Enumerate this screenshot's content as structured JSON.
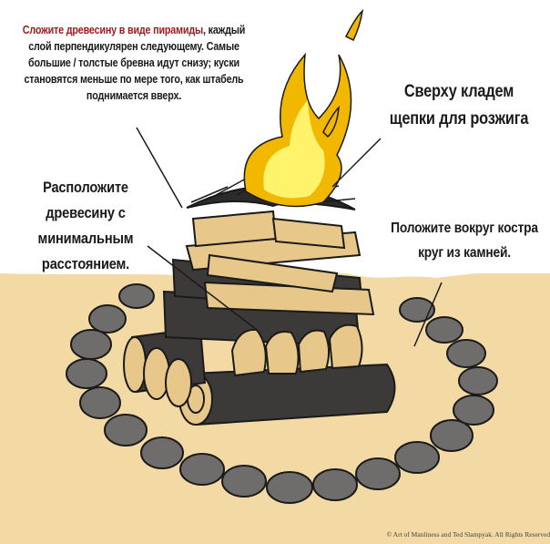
{
  "captions": {
    "pyramid_highlight": "Сложите древесину в виде пирамиды",
    "pyramid_rest": ", каждый слой перпендикулярен следующему. Самые большие / толстые бревна идут снизу; куски становятся меньше по мере того, как штабель поднимается вверх.",
    "spacing": "Расположите древесину с минимальным расстоянием.",
    "tinder": "Сверху кладем щепки для розжига",
    "stones": "Положите вокруг костра круг из камней."
  },
  "copyright": "© Art of Manliness and Ted Slampyak. All Rights Reserved.",
  "colors": {
    "sand": "#f3d9a4",
    "stone": "#6f6d6b",
    "charred_log": "#3b3a39",
    "wood": "#e7c88a",
    "flame_outer": "#f2b800",
    "flame_inner": "#fff36b",
    "highlight_text": "#9e1b1b"
  }
}
